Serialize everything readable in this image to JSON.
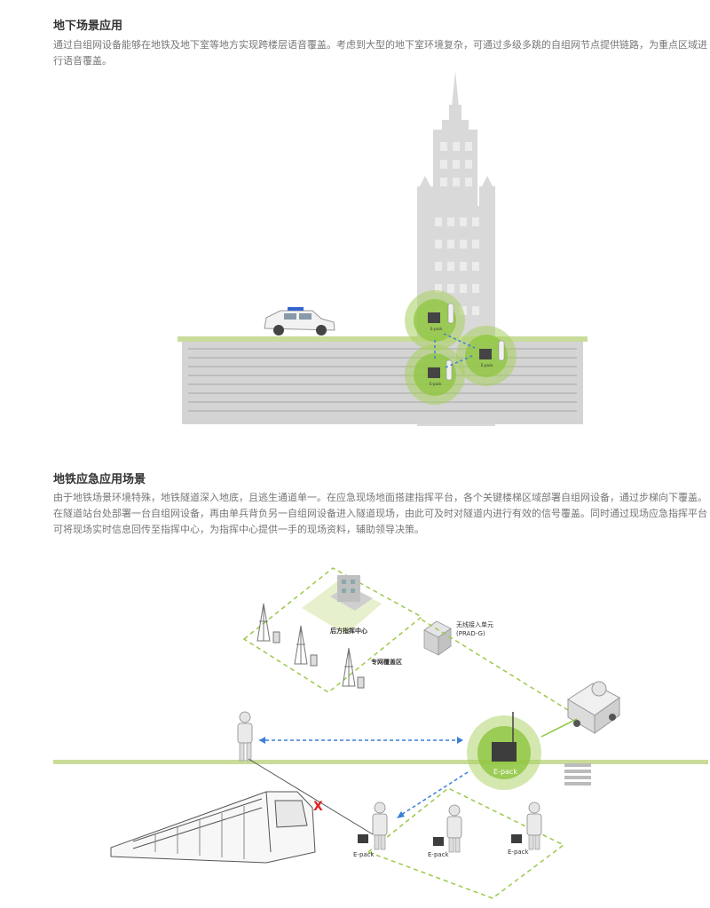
{
  "section1": {
    "title": "地下场景应用",
    "body": "通过自组网设备能够在地铁及地下室等地方实现跨楼层语音覆盖。考虑到大型的地下室环境复杂，可通过多级多跳的自组网节点提供链路，为重点区域进行语音覆盖。",
    "node_label": "E-pack"
  },
  "section2": {
    "title": "地铁应急应用场景",
    "body": "由于地铁场景环境特殊，地铁隧道深入地底，且逃生通道单一。在应急现场地面搭建指挥平台，各个关键楼梯区域部署自组网设备，通过步梯向下覆盖。在隧道站台处部署一台自组网设备，再由单兵背负另一自组网设备进入隧道现场，由此可及时对隧道内进行有效的信号覆盖。同时通过现场应急指挥平台可将现场实时信息回传至指挥中心，为指挥中心提供一手的现场资料，辅助领导决策。",
    "command_center_label": "后方指挥中心",
    "private_network_label": "专网覆盖区",
    "access_unit_label": "无线接入单元",
    "access_unit_model": "(PRAD-G)",
    "epack_label": "E-pack",
    "blocked_mark": "X"
  },
  "colors": {
    "green": "#8dc63f",
    "green_dark": "#6aa82a",
    "dashed_green": "#9cc94a",
    "blue_arrow": "#3a7fd5",
    "red_x": "#e02020",
    "building": "#d8d8d8",
    "ground": "#c8d99a"
  }
}
